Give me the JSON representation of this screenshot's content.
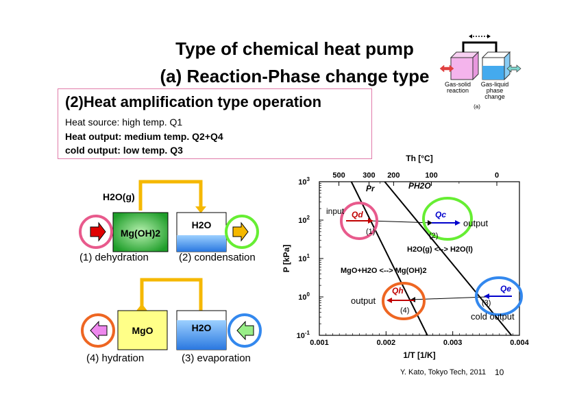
{
  "title": {
    "line1": "Type of chemical heat pump",
    "line2": "(a) Reaction-Phase change type"
  },
  "inset": {
    "left_label_1": "Gas-solid",
    "left_label_2": "reaction",
    "right_label_1": "Gas-liquid",
    "right_label_2": "phase",
    "right_label_3": "change",
    "caption": "(a)"
  },
  "operation_box": {
    "heading": "(2)Heat amplification type operation",
    "line1": "Heat source: high temp. Q1",
    "line2": "Heat output: medium temp. Q2+Q4",
    "line3": "cold output: low temp. Q3"
  },
  "schematic": {
    "top": {
      "pipe_label": "H2O(g)",
      "left_vessel": "Mg(OH)2",
      "right_vessel": "H2O",
      "left_caption": "(1) dehydration",
      "right_caption": "(2) condensation"
    },
    "bottom": {
      "left_vessel": "MgO",
      "right_vessel": "H2O",
      "left_caption": "(4) hydration",
      "right_caption": "(3) evaporation"
    }
  },
  "chart_data": {
    "type": "line",
    "xlabel": "1/T [1/K]",
    "ylabel": "P [kPa]",
    "top_axis_label": "Th [°C]",
    "xlim": [
      0.001,
      0.004
    ],
    "ylim": [
      0.1,
      1000
    ],
    "y_scale": "log",
    "x_ticks": [
      "0.001",
      "0.002",
      "0.003",
      "0.004"
    ],
    "y_ticks": [
      "10-1",
      "100",
      "101",
      "102",
      "103"
    ],
    "top_ticks": [
      "500",
      "300",
      "200",
      "100",
      "0"
    ],
    "series": [
      {
        "name": "Pr",
        "x": [
          0.00148,
          0.00262
        ],
        "y": [
          1000,
          0.1
        ]
      },
      {
        "name": "PH2O",
        "x": [
          0.00198,
          0.00388
        ],
        "y": [
          1000,
          0.1
        ]
      }
    ],
    "annotations": {
      "reaction_label": "MgO+H2O <--> Mg(OH)2",
      "phase_label": "H2O(g) <--> H2O(l)",
      "input": "input",
      "output_2": "output",
      "output_4": "output",
      "cold_output": "cold output",
      "q_d": "Qd",
      "q_c": "Qc",
      "q_h": "Qh",
      "q_e": "Qe",
      "point_1": "(1)",
      "point_2": "(2)",
      "point_3": "(3)",
      "point_4": "(4)"
    },
    "colors": {
      "red": "#c00000",
      "blue": "#0000cc",
      "pink": "#e85a8c",
      "green": "#66ee33",
      "orange": "#ee6622",
      "skyblue": "#3388ee"
    }
  },
  "footer": {
    "credit": "Y. Kato, Tokyo Tech, 2011",
    "page": "10"
  }
}
